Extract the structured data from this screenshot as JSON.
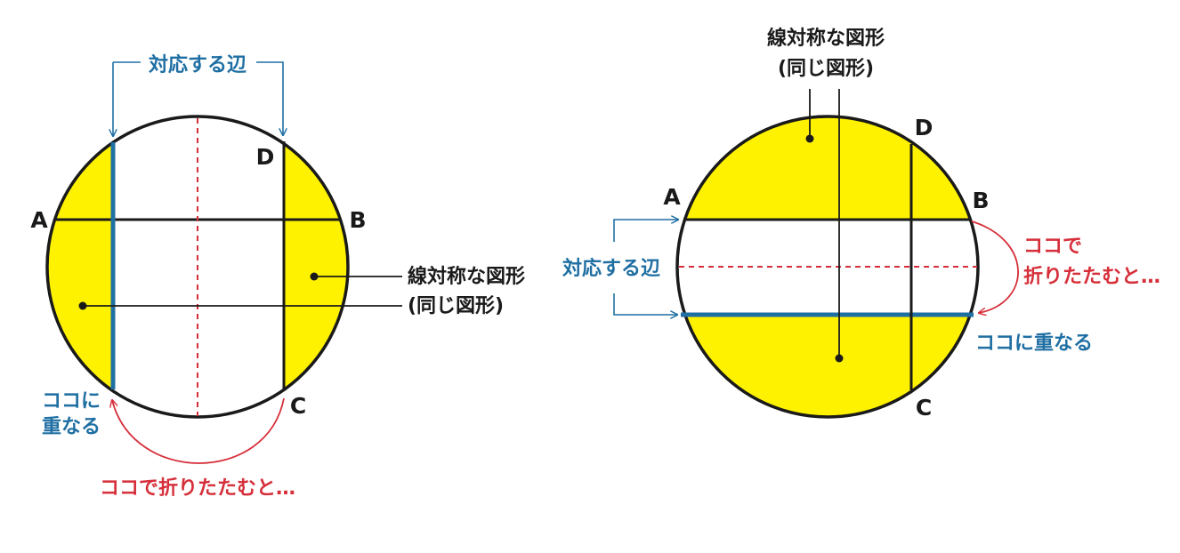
{
  "colors": {
    "yellow": "#fff200",
    "blue": "#1f6fa3",
    "red": "#d62f3a",
    "black": "#1a1a1a"
  },
  "left": {
    "point_a": "A",
    "point_b": "B",
    "point_c": "C",
    "point_d": "D",
    "corresponding_sides": "対応する辺",
    "symmetric_shape": "線対称な図形",
    "same_shape": "(同じ図形)",
    "overlap_line1": "ココに",
    "overlap_line2": "重なる",
    "fold_text": "ココで折りたたむと…"
  },
  "right": {
    "point_a": "A",
    "point_b": "B",
    "point_c": "C",
    "point_d": "D",
    "symmetric_shape": "線対称な図形",
    "same_shape": "(同じ図形)",
    "corresponding_sides": "対応する辺",
    "fold_line1": "ココで",
    "fold_line2": "折りたたむと…",
    "overlap": "ココに重なる"
  }
}
